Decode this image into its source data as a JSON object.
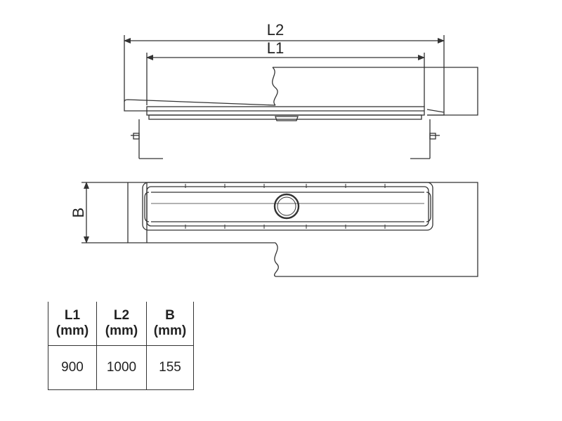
{
  "dimensions": {
    "overall_length_label": "L2",
    "inner_length_label": "L1",
    "width_label": "B"
  },
  "spec_table": {
    "headers": [
      {
        "name": "L1",
        "unit": "(mm)"
      },
      {
        "name": "L2",
        "unit": "(mm)"
      },
      {
        "name": "B",
        "unit": "(mm)"
      }
    ],
    "rows": [
      [
        "900",
        "1000",
        "155"
      ]
    ]
  }
}
